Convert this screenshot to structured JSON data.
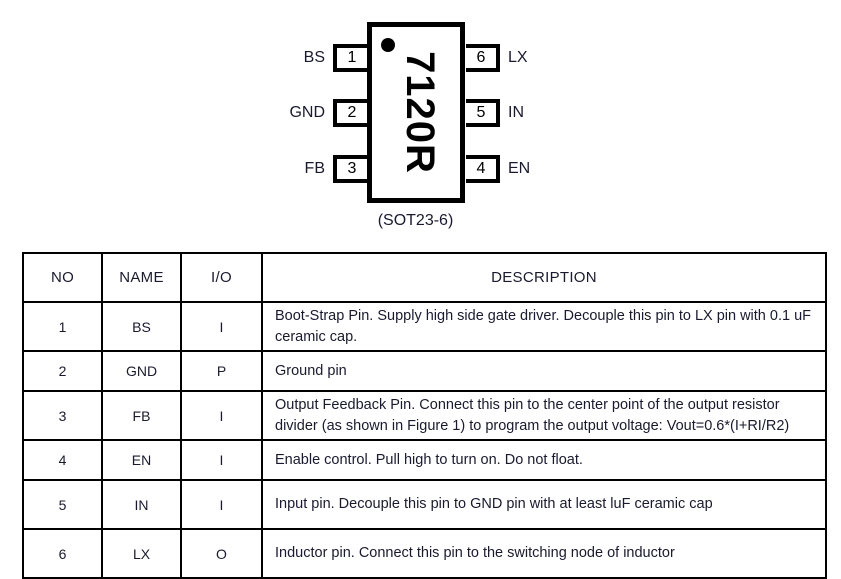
{
  "package": {
    "part_marking": "7120R",
    "package_name": "(SOT23-6)",
    "pin1_indicator": "pin1-dot",
    "left_pins": [
      {
        "number": "1",
        "label": "BS"
      },
      {
        "number": "2",
        "label": "GND"
      },
      {
        "number": "3",
        "label": "FB"
      }
    ],
    "right_pins": [
      {
        "number": "6",
        "label": "LX"
      },
      {
        "number": "5",
        "label": "IN"
      },
      {
        "number": "4",
        "label": "EN"
      }
    ]
  },
  "pin_table": {
    "headers": [
      "NO",
      "NAME",
      "I/O",
      "DESCRIPTION"
    ],
    "rows": [
      {
        "no": "1",
        "name": "BS",
        "io": "I",
        "description": "Boot-Strap Pin. Supply high side gate driver. Decouple this pin to LX pin with 0.1 uF ceramic cap."
      },
      {
        "no": "2",
        "name": "GND",
        "io": "P",
        "description": "Ground pin"
      },
      {
        "no": "3",
        "name": "FB",
        "io": "I",
        "description": "Output Feedback Pin. Connect this pin to the center point of the output resistor divider (as shown in Figure 1) to program the output voltage: Vout=0.6*(I+RI/R2)"
      },
      {
        "no": "4",
        "name": "EN",
        "io": "I",
        "description": "Enable control. Pull high to turn on. Do not float."
      },
      {
        "no": "5",
        "name": "IN",
        "io": "I",
        "description": "Input pin. Decouple this pin to GND pin with at least luF ceramic cap"
      },
      {
        "no": "6",
        "name": "LX",
        "io": "O",
        "description": "Inductor pin. Connect this pin to the switching node of inductor"
      }
    ]
  },
  "colors": {
    "outline": "#000000",
    "text": "#1a1a2e",
    "background": "#ffffff"
  }
}
